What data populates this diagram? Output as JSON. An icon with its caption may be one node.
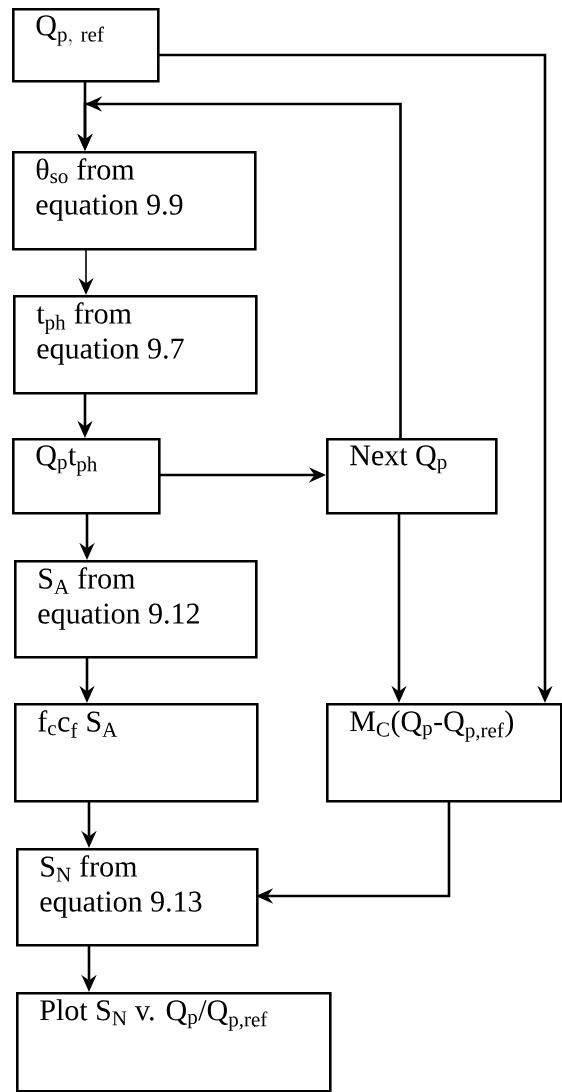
{
  "diagram": {
    "nodes": [
      {
        "text": [
          "\\mathrm{Q}_{\\mathrm{p,\\ ref}}"
        ]
      },
      {
        "text": [
          "θ$_{so}$ from equation 9.9"
        ]
      },
      {
        "text": [
          "t$_{ph}$ from equation 9.7"
        ]
      },
      {
        "text": [
          "Q$_{p}$t$_{ph}$"
        ]
      },
      {
        "text": [
          "Next Q$_{p}$"
        ]
      },
      {
        "text": [
          "S$_{A}$ from equation 9.12"
        ]
      },
      {
        "text": [
          "f$_{c}$c$_{f}$ S$_{A}$"
        ]
      },
      {
        "text": [
          "M$_{C}$(Q$_{p}$-Q$_{p,ref}$)"
        ]
      },
      {
        "text": [
          "S$_{N}$ from equation 9.13"
        ]
      },
      {
        "text": [
          "Plot S$_{N}$ v. Q$_{p}$/Q$_{p,ref}$"
        ]
      }
    ],
    "edges": [
      {
        "from": 0,
        "to": 1,
        "arrow": "to"
      },
      {
        "from": 4,
        "to": 1,
        "arrow": "to"
      },
      {
        "from": 0,
        "to": 7,
        "arrow": "to"
      },
      {
        "from": 1,
        "to": 2,
        "arrow": "to"
      },
      {
        "from": 2,
        "to": 3,
        "arrow": "to"
      },
      {
        "from": 3,
        "to": 4,
        "arrow": "to"
      },
      {
        "from": 3,
        "to": 5,
        "arrow": "to"
      },
      {
        "from": 4,
        "to": 7,
        "arrow": "to"
      },
      {
        "from": 5,
        "to": 6,
        "arrow": "to"
      },
      {
        "from": 6,
        "to": 8,
        "arrow": "to"
      },
      {
        "from": 7,
        "to": 8,
        "arrow": "to"
      },
      {
        "from": 8,
        "to": 9,
        "arrow": "to"
      }
    ]
  }
}
